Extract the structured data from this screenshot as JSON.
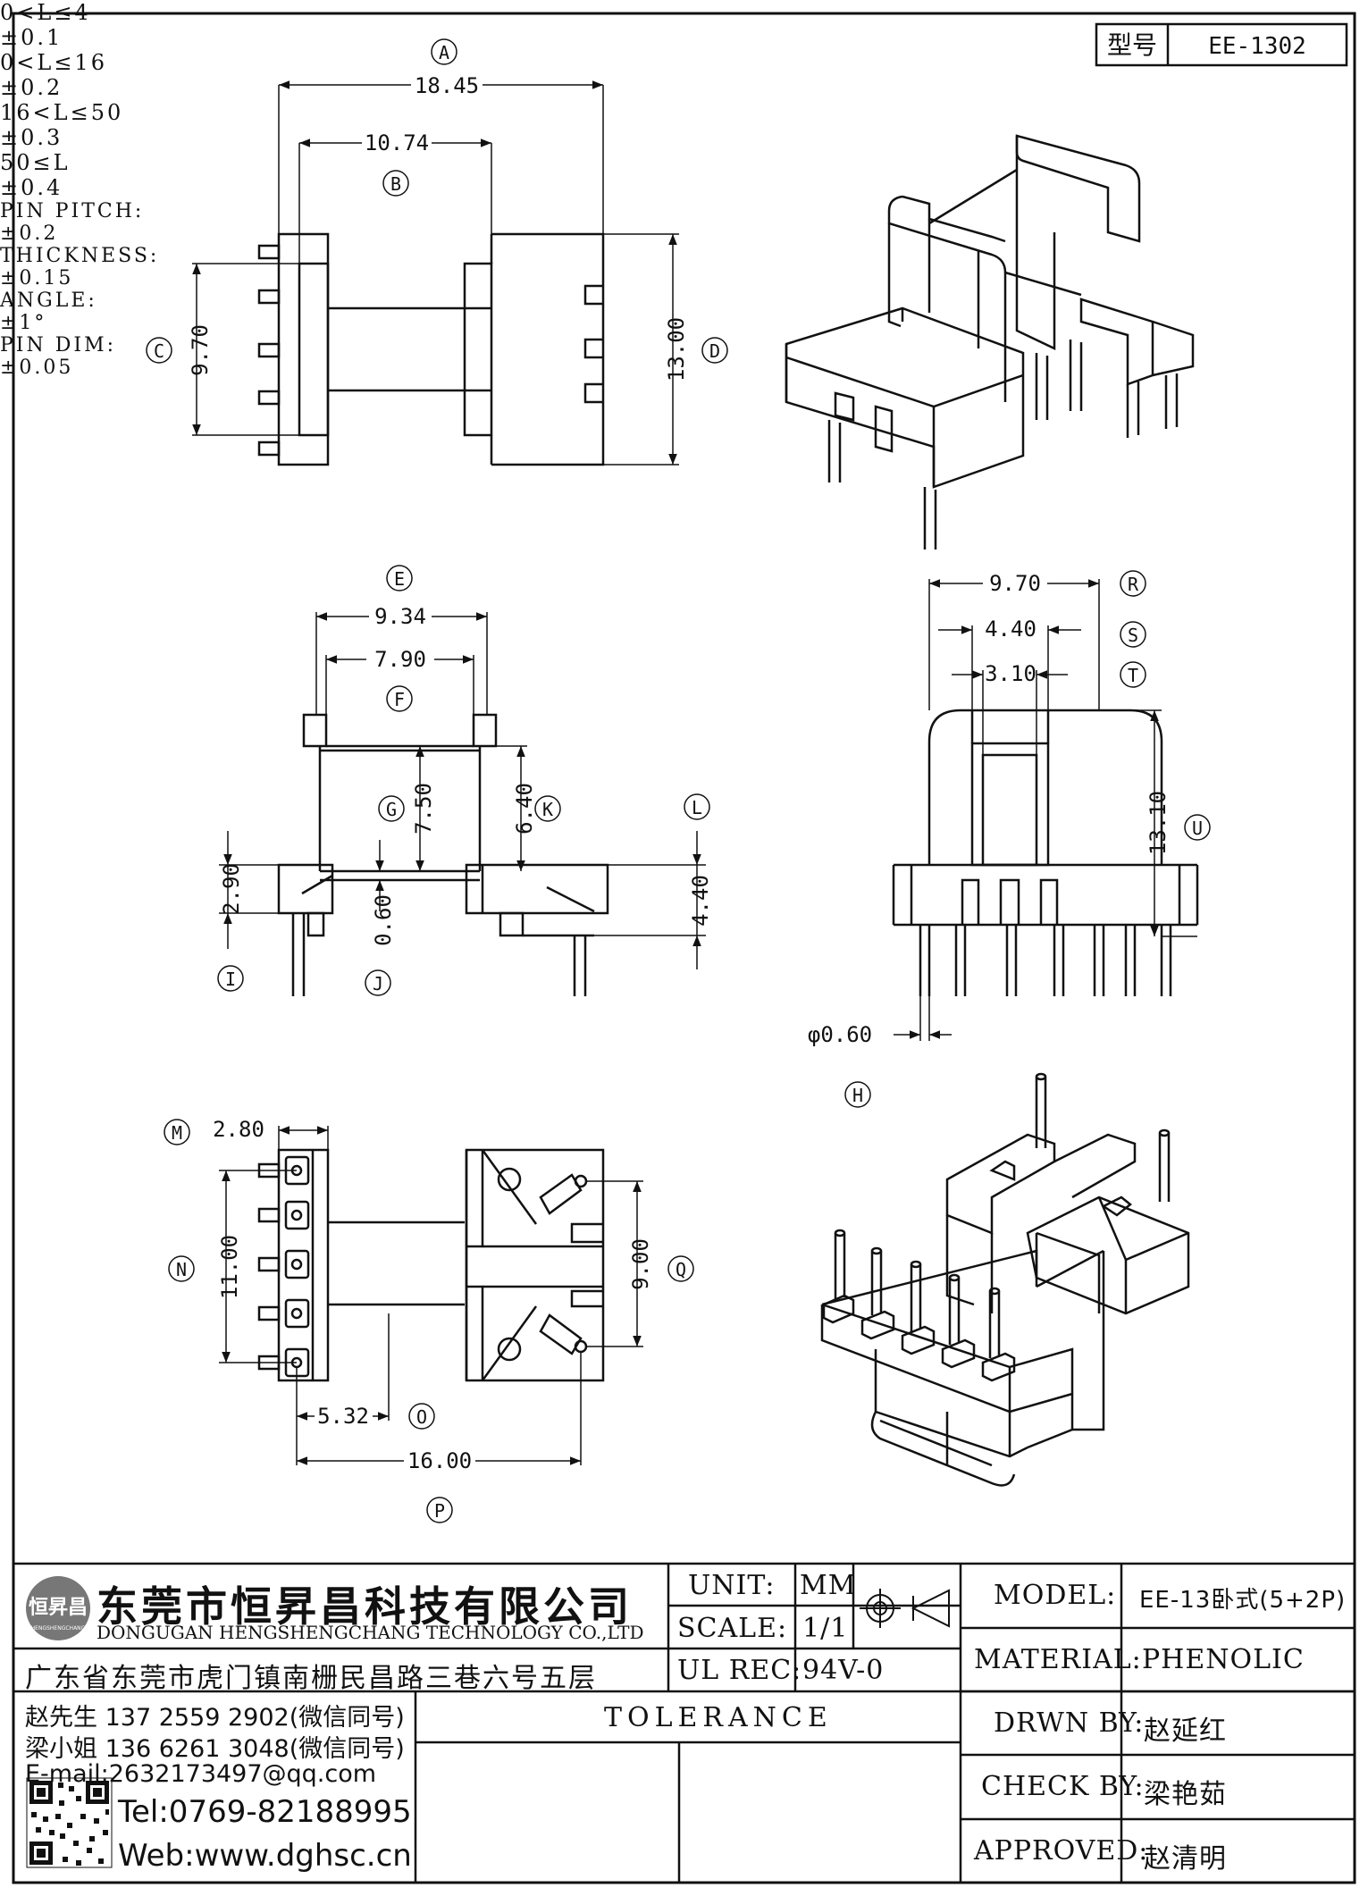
{
  "header": {
    "type_label": "型号",
    "type_value": "EE-1302"
  },
  "dimensions": {
    "A": {
      "letter": "A",
      "value": "18.45"
    },
    "B": {
      "letter": "B",
      "value": "10.74"
    },
    "C": {
      "letter": "C",
      "value": "9.70"
    },
    "D": {
      "letter": "D",
      "value": "13.00"
    },
    "E": {
      "letter": "E",
      "value": "9.34"
    },
    "F": {
      "letter": "F",
      "value": "7.90"
    },
    "G": {
      "letter": "G",
      "value": "7.50"
    },
    "H": {
      "letter": "H"
    },
    "I": {
      "letter": "I",
      "value": "2.90"
    },
    "J": {
      "letter": "J",
      "value": "0.60"
    },
    "K": {
      "letter": "K",
      "value": "6.40"
    },
    "L": {
      "letter": "L",
      "value": "4.40"
    },
    "M": {
      "letter": "M",
      "value": "2.80"
    },
    "N": {
      "letter": "N",
      "value": "11.00"
    },
    "O": {
      "letter": "O",
      "value": "5.32"
    },
    "P": {
      "letter": "P",
      "value": "16.00"
    },
    "Q": {
      "letter": "Q",
      "value": "9.00"
    },
    "R": {
      "letter": "R",
      "value": "9.70"
    },
    "S": {
      "letter": "S",
      "value": "4.40"
    },
    "T": {
      "letter": "T",
      "value": "3.10"
    },
    "U": {
      "letter": "U",
      "value": "13.10"
    },
    "pin_dia": "φ0.60"
  },
  "title_block": {
    "company_cn": "东莞市恒昇昌科技有限公司",
    "company_en": "DONGUGAN HENGSHENGCHANG TECHNOLOGY CO.,LTD",
    "logo_text": "恒昇昌",
    "logo_sub": "HENGSHENGCHANG",
    "address": "广东省东莞市虎门镇南栅民昌路三巷六号五层",
    "unit_label": "UNIT:",
    "unit_value": "MM",
    "scale_label": "SCALE:",
    "scale_value": "1/1",
    "ulrec_label": "UL REC:",
    "ulrec_value": "94V-0",
    "model_label": "MODEL:",
    "model_value": "EE-13卧式(5+2P)",
    "material_label": "MATERIAL:",
    "material_value": "PHENOLIC",
    "drwn_label": "DRWN BY:",
    "drwn_value": "赵延红",
    "check_label": "CHECK BY:",
    "check_value": "梁艳茹",
    "approved_label": "APPROVED:",
    "approved_value": "赵清明",
    "contacts": [
      "赵先生 137 2559 2902(微信同号)",
      "梁小姐 136 6261 3048(微信同号)",
      "E-mail:2632173497@qq.com"
    ],
    "tel": "Tel:0769-82188995",
    "web": "Web:www.dghsc.cn",
    "tolerance_title": "TOLERANCE",
    "tolerance_rows": [
      {
        "range": "0<L≤4",
        "tol": "±0.1"
      },
      {
        "range": "0<L≤16",
        "tol": "±0.2"
      },
      {
        "range": "16<L≤50",
        "tol": "±0.3"
      },
      {
        "range": "50≤L",
        "tol": "±0.4"
      }
    ],
    "tolerance_extra": [
      {
        "label": "PIN PITCH:",
        "tol": "±0.2"
      },
      {
        "label": "THICKNESS:",
        "tol": "±0.15"
      },
      {
        "label": "ANGLE:",
        "tol": "±1°"
      },
      {
        "label": "PIN DIM:",
        "tol": "±0.05"
      }
    ]
  }
}
